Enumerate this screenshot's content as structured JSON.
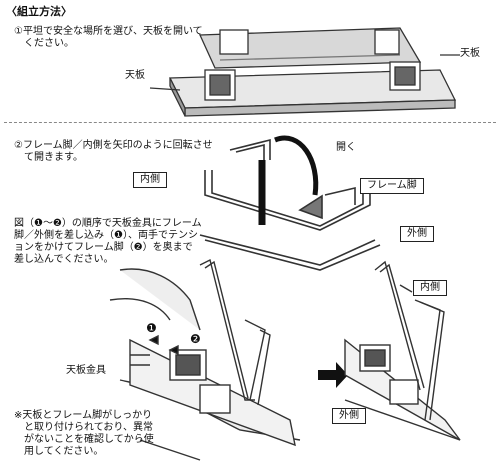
{
  "heading": "〈組立方法〉",
  "step1": {
    "text": "①平坦で安全な場所を選び、天板を開いて\n　ください。",
    "label_left": "天板",
    "label_right": "天板"
  },
  "step2": {
    "text": "②フレーム脚／内側を矢印のように回転させ\n　て開きます。",
    "label_open": "開く",
    "label_inner": "内側",
    "label_frame": "フレーム脚"
  },
  "step3": {
    "text": "図（❶～❷）の順序で天板金具にフレーム\n脚／外側を差し込み（❶）、両手でテンシ\nョンをかけてフレーム脚（❷）を奥まで\n差し込んでください。",
    "label_outer_top": "外側",
    "label_inner": "内側",
    "label_metal": "天板金具",
    "label_outer_bottom": "外側",
    "marker1": "❶",
    "marker2": "❷"
  },
  "note": "※天板とフレーム脚がしっかり\n　と取り付けられており、異常\n　がないことを確認してから使\n　用してください。"
}
